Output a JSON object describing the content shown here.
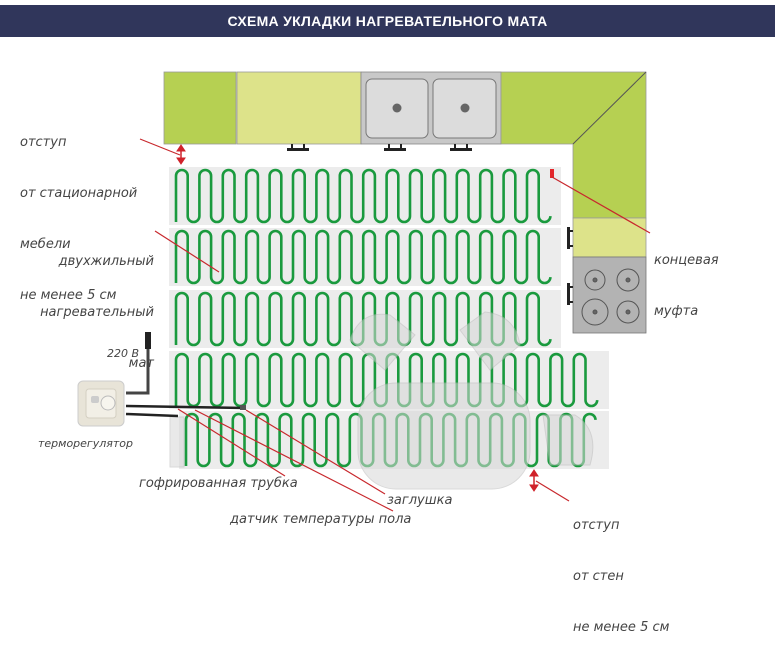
{
  "title": "СХЕМА УКЛАДКИ НАГРЕВАТЕЛЬНОГО МАТА",
  "colors": {
    "title_bg": "#30365b",
    "cabinet_dark": "#b6d052",
    "cabinet_light": "#dde38a",
    "sink": "#c8c8c8",
    "stove": "#b3b3b3",
    "mat_strip": "#ececec",
    "heating_cable": "#1a9a3e",
    "leader_line": "#c8282d",
    "end_coupling": "#e3262a"
  },
  "labels": {
    "furniture_offset": [
      "отступ",
      "от стационарной",
      "мебели",
      "не менее 5 см"
    ],
    "mat": [
      "двухжильный",
      "нагревательный",
      "мат"
    ],
    "end_coupling": [
      "концевая",
      "муфта"
    ],
    "voltage": "220 В",
    "thermostat": "терморегулятор",
    "corrugated_tube": "гофрированная трубка",
    "plug": "заглушка",
    "floor_sensor": "датчик температуры пола",
    "wall_offset": [
      "отступ",
      "от стен",
      "не менее 5 см"
    ]
  },
  "icons": {
    "sink": "double-sink-icon",
    "stove": "cooktop-icon",
    "thermostat": "thermostat-icon",
    "table": "table-icon",
    "chair": "chair-icon"
  }
}
